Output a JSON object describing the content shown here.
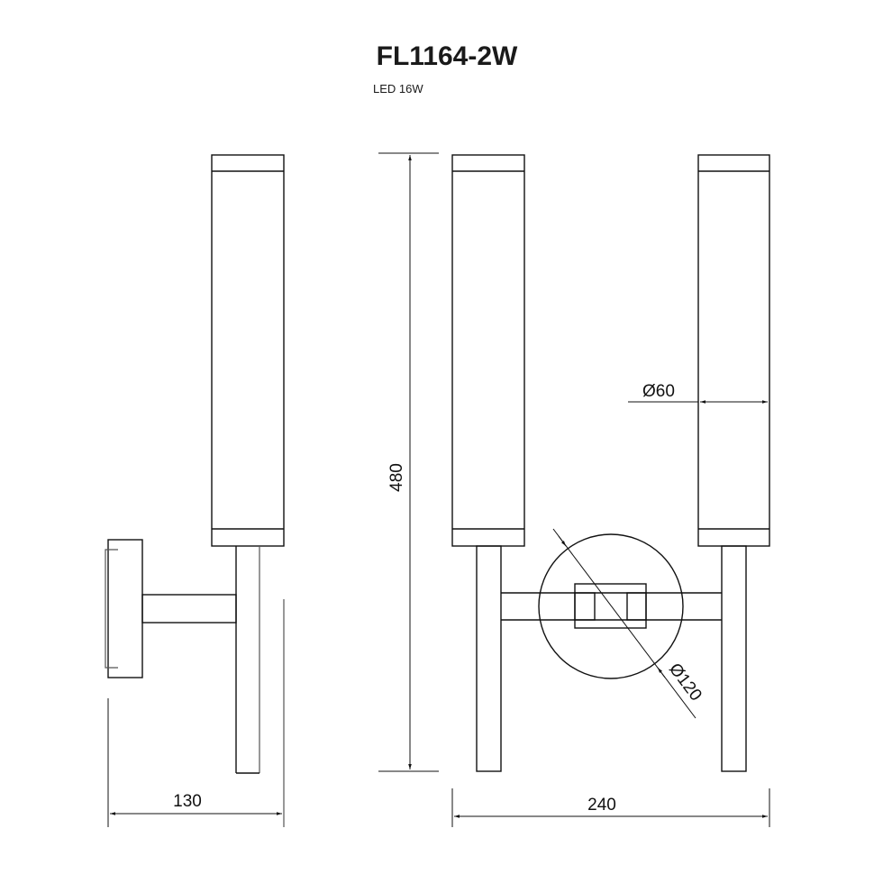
{
  "title": "FL1164-2W",
  "subtitle": "LED 16W",
  "dimensions": {
    "depth": "130",
    "width": "240",
    "height": "480",
    "shade_diameter": "Ø60",
    "plate_diameter": "Ø120"
  }
}
